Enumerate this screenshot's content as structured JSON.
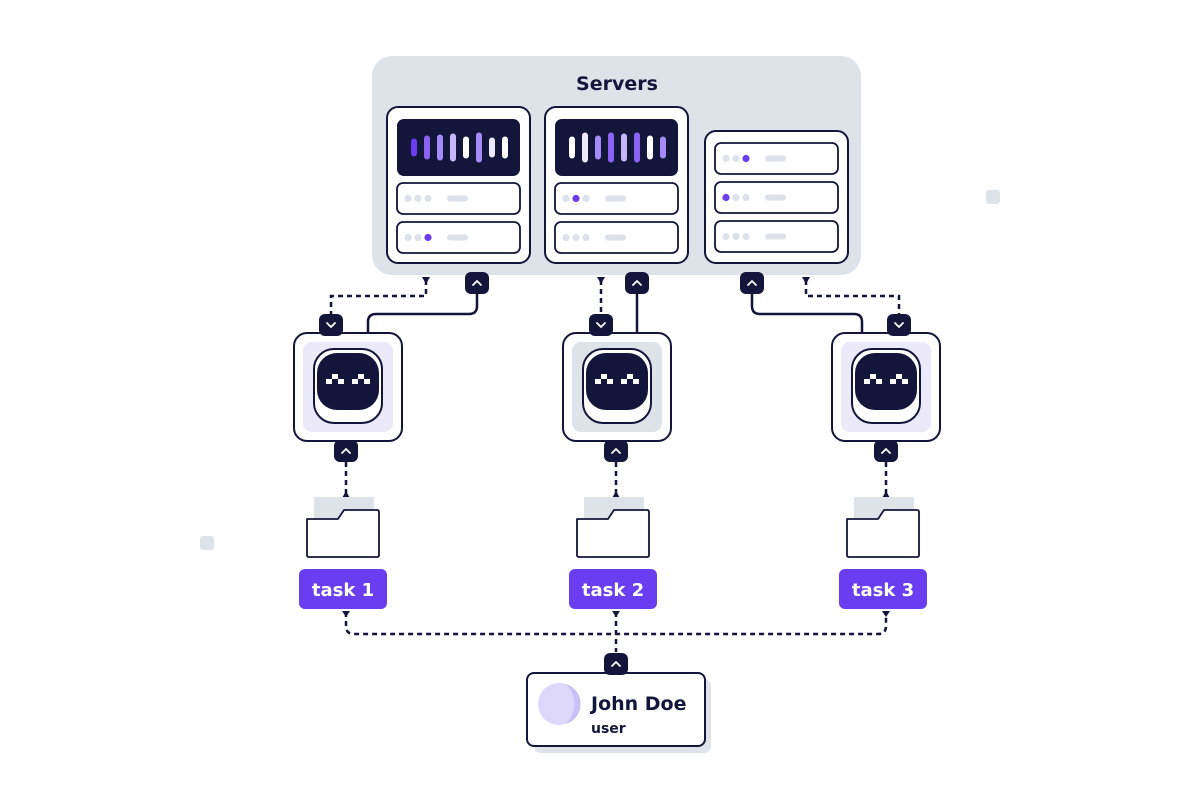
{
  "title": "Servers",
  "colors": {
    "navy": "#13163a",
    "purple": "#6a3df0",
    "lavender": "#ece9fb",
    "panel": "#dee3ea",
    "light_dot": "#dde2ea",
    "white": "#ffffff"
  },
  "servers": [
    {
      "screen": "bars",
      "rows": [
        {
          "active_dot": -1
        },
        {
          "active_dot": 2
        }
      ]
    },
    {
      "screen": "bars",
      "rows": [
        {
          "active_dot": 1
        },
        {
          "active_dot": -1
        }
      ]
    },
    {
      "screen": "none",
      "rows": [
        {
          "active_dot": 2
        },
        {
          "active_dot": 0
        },
        {
          "active_dot": -1
        }
      ]
    }
  ],
  "bots": [
    {
      "icon": "robot-icon"
    },
    {
      "icon": "robot-icon"
    },
    {
      "icon": "robot-icon"
    }
  ],
  "tasks": [
    {
      "label": "task 1",
      "icon": "folder-icon"
    },
    {
      "label": "task 2",
      "icon": "folder-icon"
    },
    {
      "label": "task 3",
      "icon": "folder-icon"
    }
  ],
  "user": {
    "name": "John Doe",
    "role": "user",
    "icon": "avatar-icon"
  }
}
